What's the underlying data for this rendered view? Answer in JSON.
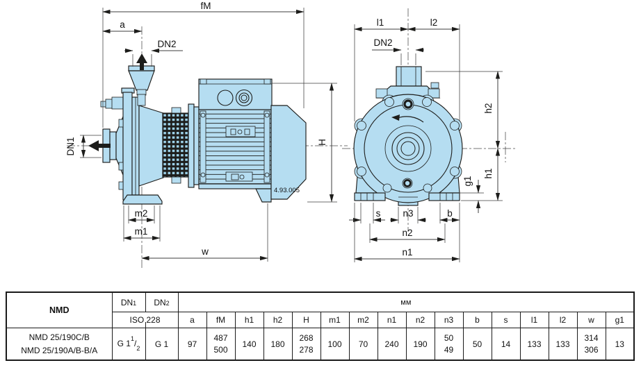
{
  "drawing": {
    "code": "4.93.005",
    "colors": {
      "body_fill": "#b5ddf1",
      "outline": "#1d1d1b",
      "dimension_lines": "#3c3c3c"
    },
    "side_view": {
      "dims": {
        "fm": "fM",
        "a": "a",
        "dn2": "DN2",
        "dn1": "DN1",
        "m2": "m2",
        "m1": "m1",
        "w": "w",
        "h": "H"
      }
    },
    "front_view": {
      "dims": {
        "l1": "l1",
        "l2": "l2",
        "dn2": "DN2",
        "h2": "h2",
        "h1": "h1",
        "g1": "g1",
        "s": "s",
        "n3": "n3",
        "b": "b",
        "n2": "n2",
        "n1": "n1"
      }
    }
  },
  "table": {
    "model_header": "NMD",
    "dn_headers": {
      "dn1_base": "DN",
      "dn1_sub": "1",
      "dn2_base": "DN",
      "dn2_sub": "2"
    },
    "iso_header": "ISO 228",
    "unit_header": "мм",
    "dim_headers": [
      "a",
      "fM",
      "h1",
      "h2",
      "H",
      "m1",
      "m2",
      "n1",
      "n2",
      "n3",
      "b",
      "s",
      "l1",
      "l2",
      "w",
      "g1"
    ],
    "row": {
      "models": [
        "NMD 25/190C/B",
        "NMD 25/190A/B-B/A"
      ],
      "dn1": {
        "base": "G 1",
        "sup": "1",
        "slash": "/",
        "sub": "2"
      },
      "dn2": "G 1",
      "values": [
        [
          "97"
        ],
        [
          "487",
          "500"
        ],
        [
          "140"
        ],
        [
          "180"
        ],
        [
          "268",
          "278"
        ],
        [
          "100"
        ],
        [
          "70"
        ],
        [
          "240"
        ],
        [
          "190"
        ],
        [
          "50",
          "49"
        ],
        [
          "50"
        ],
        [
          "14"
        ],
        [
          "133"
        ],
        [
          "133"
        ],
        [
          "314",
          "306"
        ],
        [
          "13"
        ]
      ]
    }
  }
}
